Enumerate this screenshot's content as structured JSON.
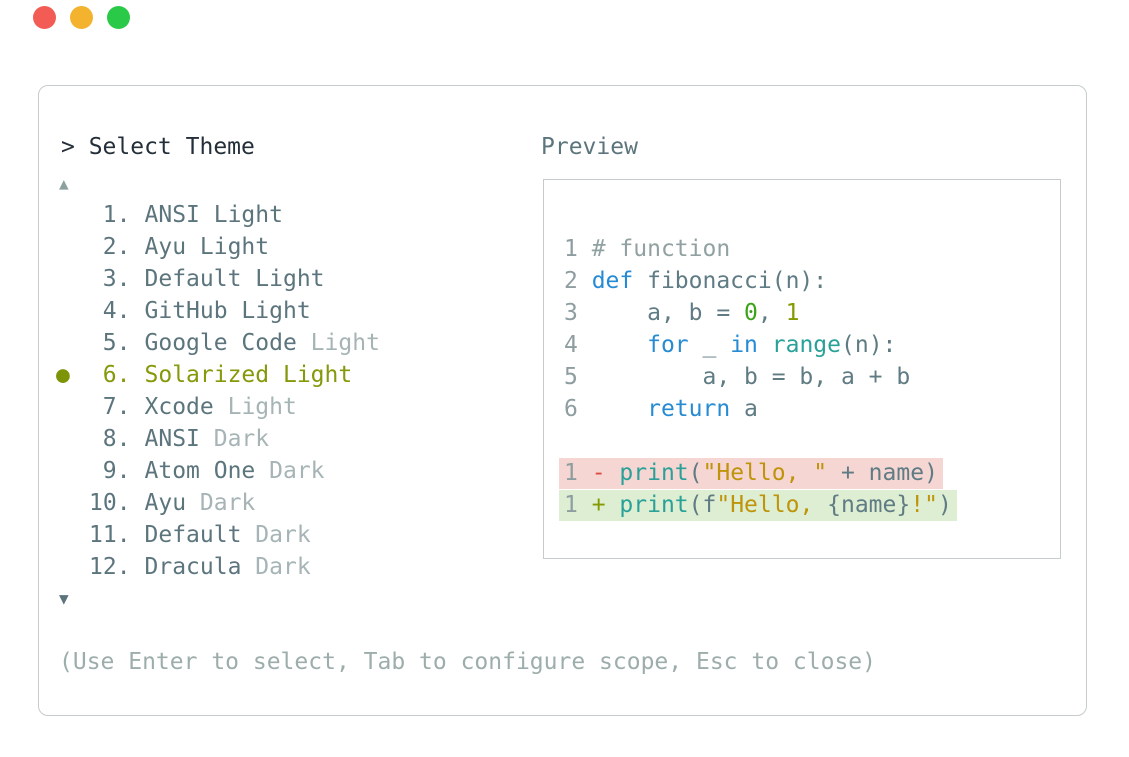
{
  "window": {
    "traffic_lights": [
      {
        "name": "close-button",
        "color": "#f25c54"
      },
      {
        "name": "minimize-button",
        "color": "#f3b32e"
      },
      {
        "name": "maximize-button",
        "color": "#2bc948"
      }
    ]
  },
  "theme_picker": {
    "prompt": "> Select Theme",
    "scroll_up_indicator": "▲",
    "scroll_down_indicator": "▼",
    "selected_marker": "●",
    "items": [
      {
        "number": "1.",
        "name": "ANSI Light",
        "dim": "",
        "selected": false
      },
      {
        "number": "2.",
        "name": "Ayu Light",
        "dim": "",
        "selected": false
      },
      {
        "number": "3.",
        "name": "Default Light",
        "dim": "",
        "selected": false
      },
      {
        "number": "4.",
        "name": "GitHub Light",
        "dim": "",
        "selected": false
      },
      {
        "number": "5.",
        "name": "Google Code",
        "dim": " Light",
        "selected": false
      },
      {
        "number": "6.",
        "name": "Solarized Light",
        "dim": "",
        "selected": true
      },
      {
        "number": "7.",
        "name": "Xcode",
        "dim": " Light",
        "selected": false
      },
      {
        "number": "8.",
        "name": "ANSI",
        "dim": " Dark",
        "selected": false
      },
      {
        "number": "9.",
        "name": "Atom One",
        "dim": " Dark",
        "selected": false
      },
      {
        "number": "10.",
        "name": "Ayu",
        "dim": " Dark",
        "selected": false
      },
      {
        "number": "11.",
        "name": "Default",
        "dim": " Dark",
        "selected": false
      },
      {
        "number": "12.",
        "name": "Dracula",
        "dim": " Dark",
        "selected": false
      }
    ],
    "help_text": "(Use Enter to select, Tab to configure scope, Esc to close)"
  },
  "preview": {
    "label": "Preview",
    "code_lines": [
      {
        "num": "1",
        "diff": "",
        "tokens": [
          {
            "text": "# function",
            "color": "comment"
          }
        ]
      },
      {
        "num": "2",
        "diff": "",
        "tokens": [
          {
            "text": "def",
            "color": "keyword"
          },
          {
            "text": " fibonacci(n):",
            "color": "default"
          }
        ]
      },
      {
        "num": "3",
        "diff": "",
        "tokens": [
          {
            "text": "    a, b = ",
            "color": "default"
          },
          {
            "text": "0",
            "color": "number_green"
          },
          {
            "text": ", ",
            "color": "default"
          },
          {
            "text": "1",
            "color": "number_olive"
          }
        ]
      },
      {
        "num": "4",
        "diff": "",
        "tokens": [
          {
            "text": "    ",
            "color": "default"
          },
          {
            "text": "for",
            "color": "keyword"
          },
          {
            "text": " _ ",
            "color": "default"
          },
          {
            "text": "in",
            "color": "keyword"
          },
          {
            "text": " ",
            "color": "default"
          },
          {
            "text": "range",
            "color": "function"
          },
          {
            "text": "(n):",
            "color": "default"
          }
        ]
      },
      {
        "num": "5",
        "diff": "",
        "tokens": [
          {
            "text": "        a, b = b, a + b",
            "color": "default"
          }
        ]
      },
      {
        "num": "6",
        "diff": "",
        "tokens": [
          {
            "text": "    ",
            "color": "default"
          },
          {
            "text": "return",
            "color": "keyword"
          },
          {
            "text": " a",
            "color": "default"
          }
        ]
      },
      {
        "num": "",
        "diff": "",
        "tokens": []
      },
      {
        "num": "1",
        "diff": "removed",
        "tokens": [
          {
            "text": "- ",
            "color": "diff_minus"
          },
          {
            "text": "print",
            "color": "function"
          },
          {
            "text": "(",
            "color": "default"
          },
          {
            "text": "\"Hello, \"",
            "color": "string"
          },
          {
            "text": " + name)",
            "color": "default"
          }
        ]
      },
      {
        "num": "1",
        "diff": "added",
        "tokens": [
          {
            "text": "+ ",
            "color": "diff_plus"
          },
          {
            "text": "print",
            "color": "function"
          },
          {
            "text": "(f",
            "color": "default"
          },
          {
            "text": "\"Hello, ",
            "color": "string"
          },
          {
            "text": "{name}",
            "color": "default"
          },
          {
            "text": "!\"",
            "color": "string"
          },
          {
            "text": ")",
            "color": "default"
          }
        ]
      }
    ]
  },
  "colors": {
    "default": "#5f7b83",
    "comment": "#91a1a2",
    "keyword": "#268bd2",
    "function": "#2aa198",
    "string": "#bf940a",
    "number_green": "#3ba31a",
    "number_olive": "#859900",
    "diff_minus": "#dc4a40",
    "diff_plus": "#859900",
    "line_number": "#8e9da0",
    "removed_bg": "#f5d6d3",
    "added_bg": "#ddeed3",
    "selected_item": "#85990a",
    "item_default": "#5c757d",
    "item_dim": "#a6b4b6"
  }
}
